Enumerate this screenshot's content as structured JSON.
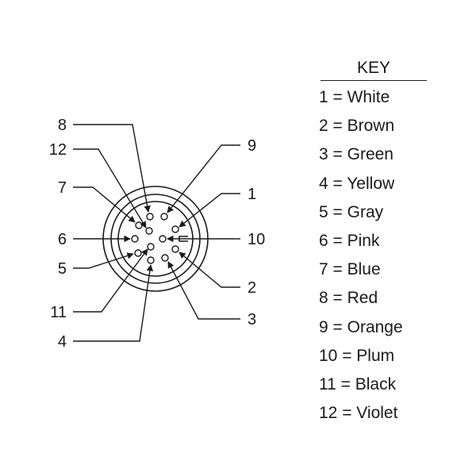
{
  "key": {
    "title": "KEY",
    "items": [
      {
        "label": "1 = White"
      },
      {
        "label": "2 = Brown"
      },
      {
        "label": "3 = Green"
      },
      {
        "label": "4 = Yellow"
      },
      {
        "label": "5 = Gray"
      },
      {
        "label": "6 = Pink"
      },
      {
        "label": "7 = Blue"
      },
      {
        "label": "8 = Red"
      },
      {
        "label": "9 = Orange"
      },
      {
        "label": "10 = Plum"
      },
      {
        "label": "11 = Black"
      },
      {
        "label": "12 = Violet"
      }
    ]
  },
  "connector": {
    "pin_labels": [
      "1",
      "2",
      "3",
      "4",
      "5",
      "6",
      "7",
      "8",
      "9",
      "10",
      "11",
      "12"
    ]
  }
}
